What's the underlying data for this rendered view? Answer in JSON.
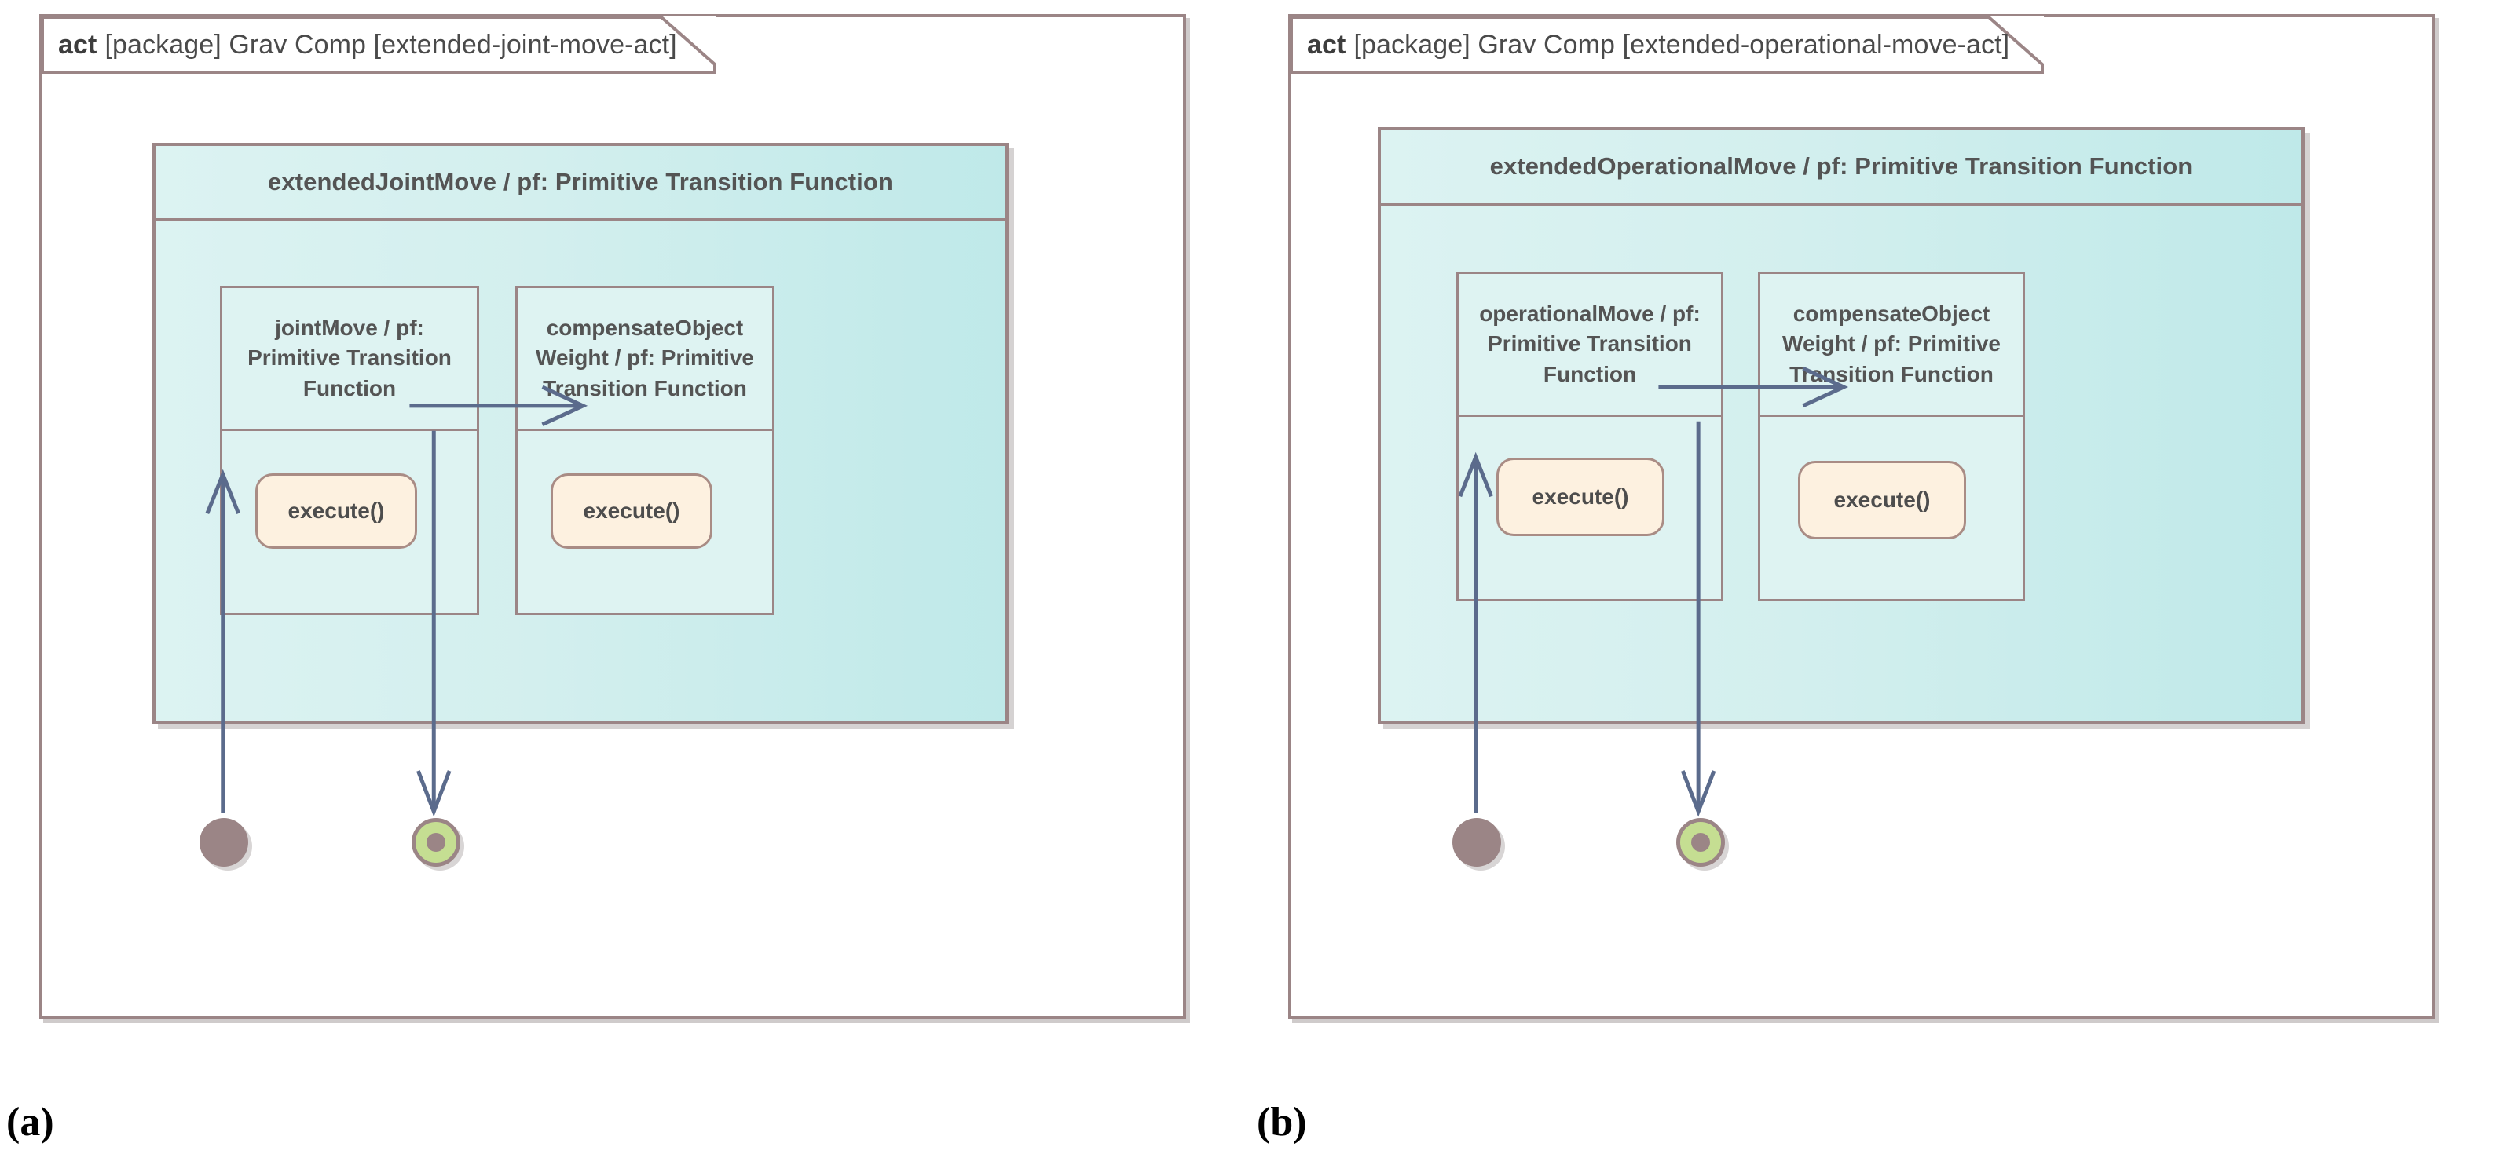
{
  "figure": {
    "captions": [
      {
        "id": "a",
        "label": "(a)"
      },
      {
        "id": "b",
        "label": "(b)"
      }
    ]
  },
  "colors": {
    "frame_border": "#9B8586",
    "frame_background": "#FFFFFF",
    "activity_fill_left": "#DCF3F2",
    "activity_fill_right": "#BFE9E9",
    "partition_fill": "#DEF3F2",
    "action_fill": "#FDF1E0",
    "action_border": "#A98C85",
    "edge_color": "#5B6B8C",
    "initial_node": "#9B8586",
    "final_node_ring": "#C5DE92",
    "shadow": "#D5D2D2",
    "text": "#545454",
    "caption_text": "#000000"
  },
  "panels": [
    {
      "id": "a",
      "header": {
        "keyword": "act",
        "qualifier": "[package] Grav Comp [extended-joint-move-act]"
      },
      "activity": {
        "title": "extendedJointMove / pf: Primitive Transition Function",
        "partitions": [
          {
            "id": "joint-move",
            "title": "jointMove / pf:\nPrimitive Transition\nFunction",
            "action": "execute()"
          },
          {
            "id": "compensate-object-weight",
            "title": "compensateObject\nWeight / pf: Primitive\nTransition Function",
            "action": "execute()"
          }
        ]
      },
      "nodes": {
        "initial": "initial-node",
        "final": "activity-final-node"
      },
      "edges": [
        {
          "from": "initial-node",
          "to": "joint-move.execute"
        },
        {
          "from": "joint-move.execute",
          "to": "compensate-object-weight.execute"
        },
        {
          "from": "compensate-object-weight.execute",
          "to": "activity-final-node"
        }
      ]
    },
    {
      "id": "b",
      "header": {
        "keyword": "act",
        "qualifier": "[package] Grav Comp [extended-operational-move-act]"
      },
      "activity": {
        "title": "extendedOperationalMove / pf: Primitive Transition Function",
        "partitions": [
          {
            "id": "operational-move",
            "title": "operationalMove / pf:\nPrimitive Transition\nFunction",
            "action": "execute()"
          },
          {
            "id": "compensate-object-weight",
            "title": "compensateObject\nWeight / pf: Primitive\nTransition Function",
            "action": "execute()"
          }
        ]
      },
      "nodes": {
        "initial": "initial-node",
        "final": "activity-final-node"
      },
      "edges": [
        {
          "from": "initial-node",
          "to": "operational-move.execute"
        },
        {
          "from": "operational-move.execute",
          "to": "compensate-object-weight.execute"
        },
        {
          "from": "compensate-object-weight.execute",
          "to": "activity-final-node"
        }
      ]
    }
  ]
}
